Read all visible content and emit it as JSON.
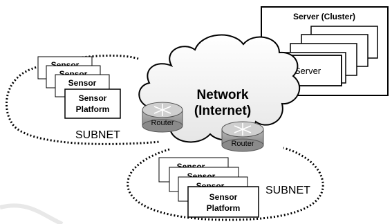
{
  "server_cluster": {
    "title": "Server (Cluster)",
    "front_label": "Server"
  },
  "network": {
    "line1": "Network",
    "line2": "(Internet)"
  },
  "routers": [
    {
      "label": "Router"
    },
    {
      "label": "Router"
    }
  ],
  "subnets": [
    {
      "label": "SUBNET",
      "stack_labels": [
        "Sensor",
        "Sensor",
        "Sensor"
      ],
      "front_line1": "Sensor",
      "front_line2": "Platform"
    },
    {
      "label": "SUBNET",
      "stack_labels": [
        "Sensor",
        "Sensor",
        "Sensor"
      ],
      "front_line1": "Sensor",
      "front_line2": "Platform"
    }
  ]
}
